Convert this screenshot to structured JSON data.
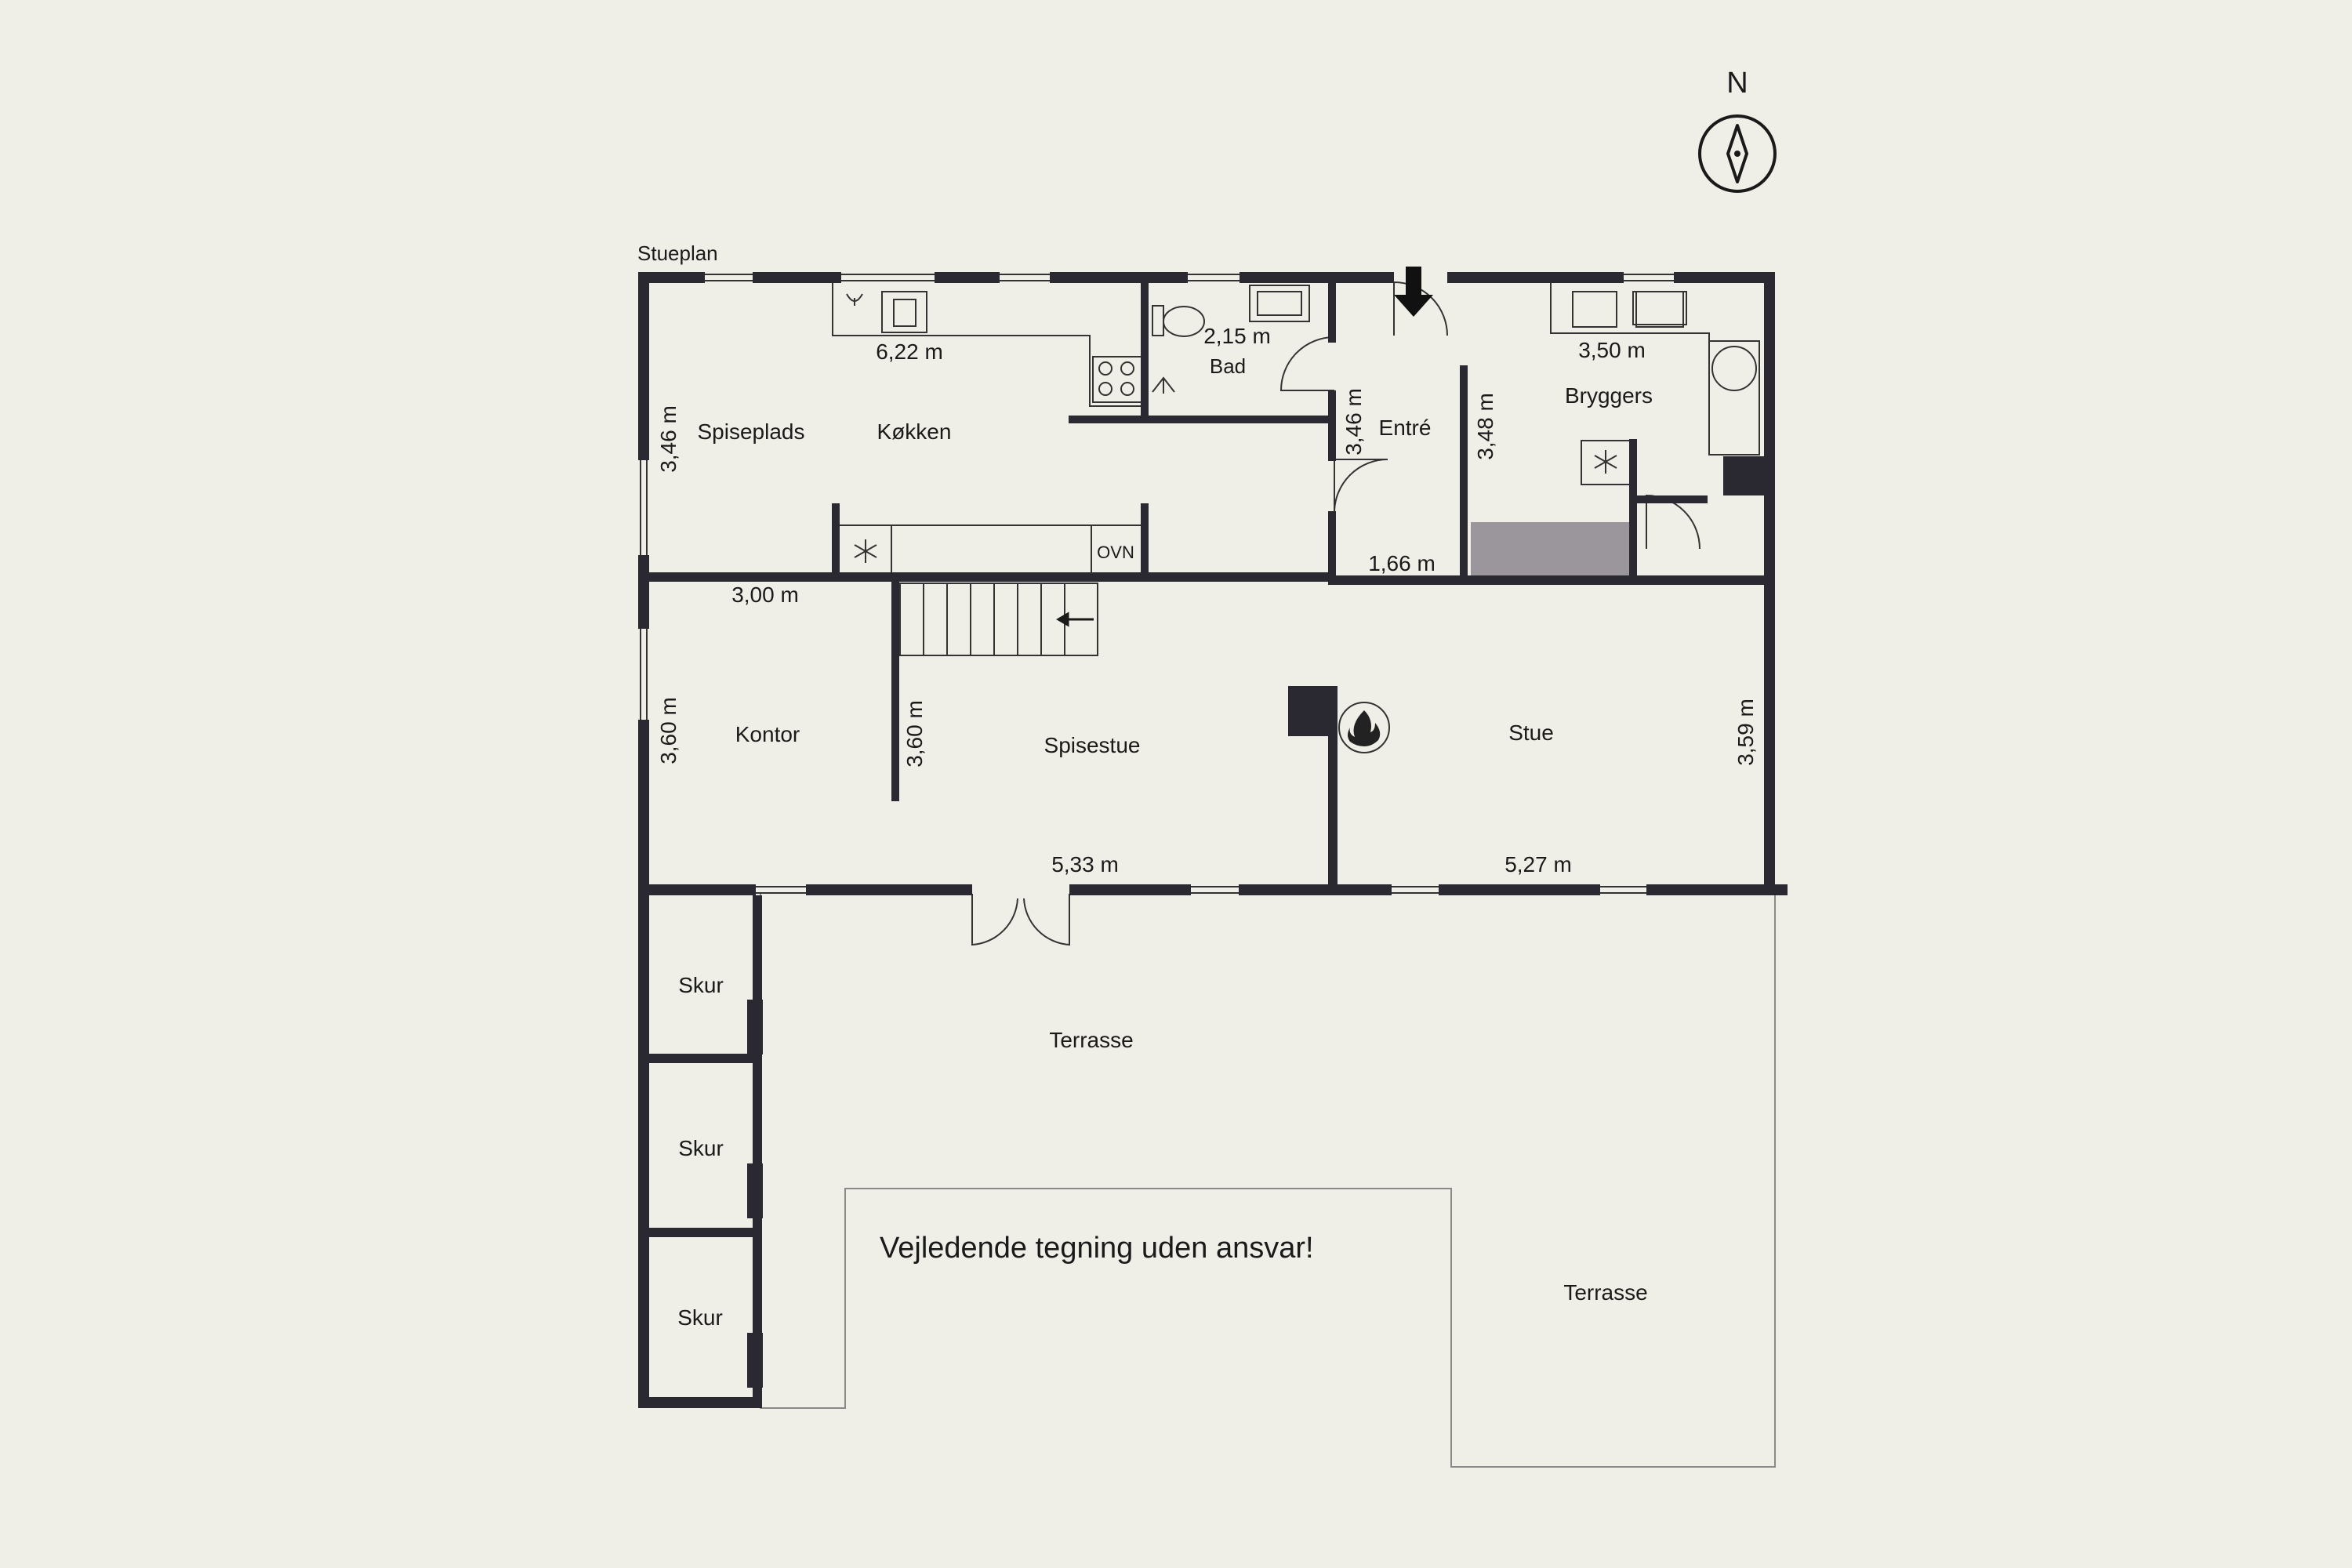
{
  "compass": {
    "north_label": "N"
  },
  "plan_title": "Stueplan",
  "rooms": {
    "spiseplads": "Spiseplads",
    "kokken": "Køkken",
    "bad": "Bad",
    "entre": "Entré",
    "bryggers": "Bryggers",
    "kontor": "Kontor",
    "spisestue": "Spisestue",
    "stue": "Stue",
    "skur1": "Skur",
    "skur2": "Skur",
    "skur3": "Skur",
    "terrasse1": "Terrasse",
    "terrasse2": "Terrasse"
  },
  "dimensions": {
    "kitchen_width": "6,22 m",
    "kitchen_height": "3,46 m",
    "bad_width": "2,15 m",
    "entre_height": "3,46 m",
    "entre_width": "1,66 m",
    "bryggers_width": "3,50 m",
    "bryggers_height": "3,48 m",
    "kontor_width": "3,00 m",
    "kontor_height": "3,60 m",
    "spisestue_height": "3,60 m",
    "spisestue_width": "5,33 m",
    "stue_width": "5,27 m",
    "stue_height": "3,59 m"
  },
  "appliances": {
    "oven_label": "OVN"
  },
  "disclaimer": "Vejledende tegning uden ansvar!",
  "colors": {
    "background": "#f0efe7",
    "wall": "#2a2830",
    "stroke": "#333333",
    "utility_fill": "#9a969b"
  }
}
